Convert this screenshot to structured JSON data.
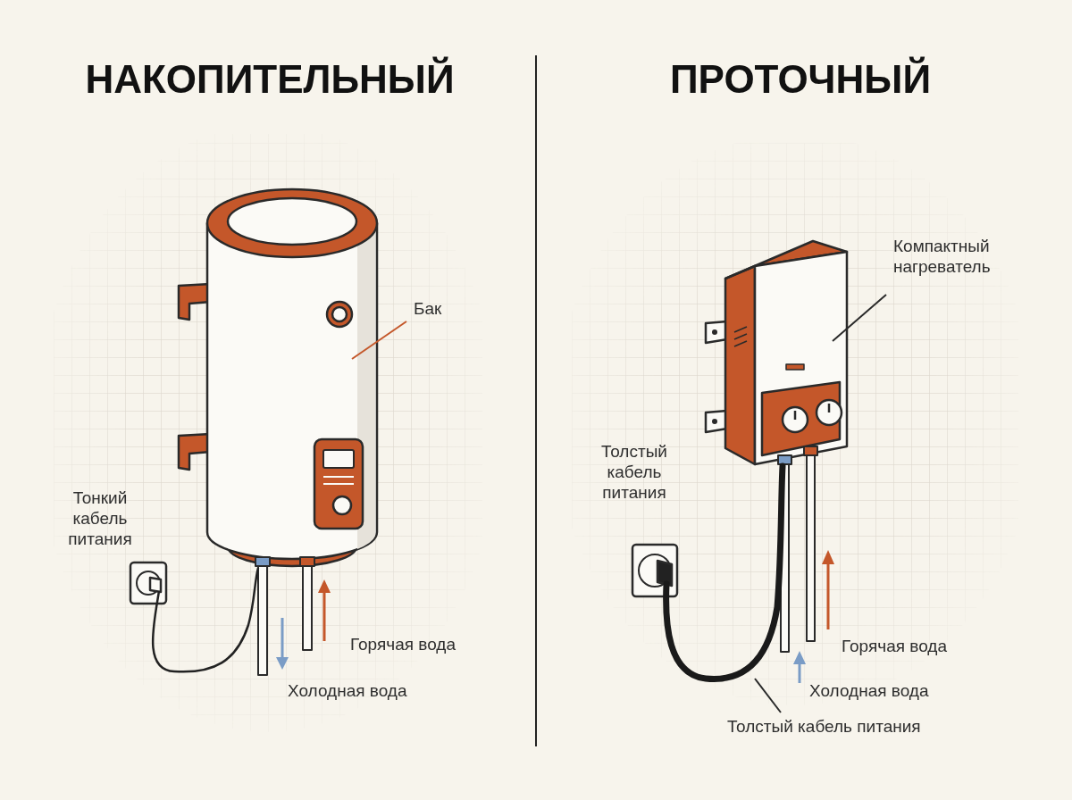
{
  "diagram": {
    "labels": [
      "НАКОПИТЕЛЬНЫЙ",
      "ПРОТОЧНЫЙ",
      "Бак",
      "Тонкий кабель питания",
      "Горячая вода",
      "Холодная вода",
      "Компактный нагреватель",
      "Толстый кабель питания",
      "Горячая вода",
      "Холодная вода",
      "Толстый кабель питания"
    ]
  }
}
